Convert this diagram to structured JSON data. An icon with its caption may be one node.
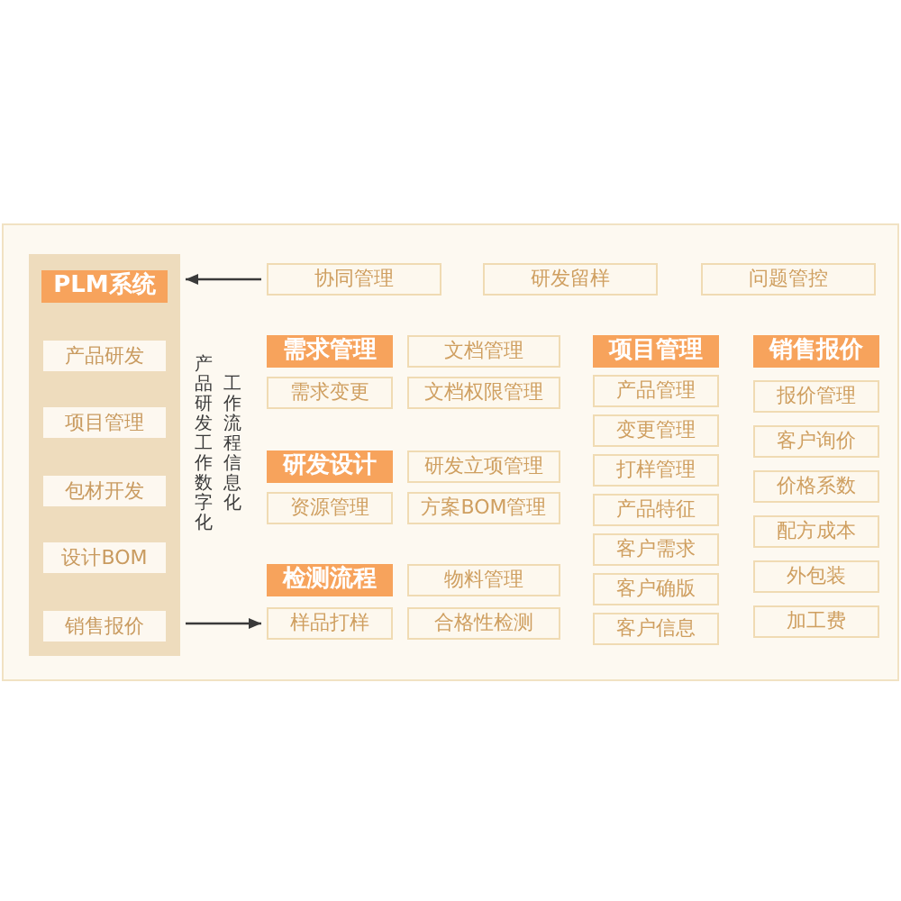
{
  "diagram": {
    "nodes": [
      {
        "text": [],
        "shape": "box"
      },
      {
        "text": [
          "PLM系统"
        ],
        "in": 0
      },
      {
        "text": [
          "产品研发"
        ],
        "in": 0
      },
      {
        "text": [
          "项目管理"
        ],
        "in": 0
      },
      {
        "text": [
          "包材开发"
        ],
        "in": 0
      },
      {
        "text": [
          "设计BOM"
        ],
        "in": 0
      },
      {
        "text": [
          "销售报价"
        ],
        "in": 0
      },
      {
        "text": [
          "协同管理"
        ]
      },
      {
        "text": [
          "研发留样"
        ]
      },
      {
        "text": [
          "问题管控"
        ]
      },
      {
        "text": [
          "需求管理"
        ]
      },
      {
        "text": [
          "文档管理"
        ]
      },
      {
        "text": [
          "需求变更"
        ]
      },
      {
        "text": [
          "文档权限管理"
        ]
      },
      {
        "text": [
          "研发设计"
        ]
      },
      {
        "text": [
          "研发立项管理"
        ]
      },
      {
        "text": [
          "资源管理"
        ]
      },
      {
        "text": [
          "方案BOM管理"
        ]
      },
      {
        "text": [
          "检测流程"
        ]
      },
      {
        "text": [
          "物料管理"
        ]
      },
      {
        "text": [
          "样品打样"
        ]
      },
      {
        "text": [
          "合格性检测"
        ]
      },
      {
        "text": [
          "项目管理"
        ]
      },
      {
        "text": [
          "产品管理"
        ]
      },
      {
        "text": [
          "变更管理"
        ]
      },
      {
        "text": [
          "打样管理"
        ]
      },
      {
        "text": [
          "产品特征"
        ]
      },
      {
        "text": [
          "客户需求"
        ]
      },
      {
        "text": [
          "客户确版"
        ]
      },
      {
        "text": [
          "客户信息"
        ]
      },
      {
        "text": [
          "销售报价"
        ]
      },
      {
        "text": [
          "报价管理"
        ]
      },
      {
        "text": [
          "客户询价"
        ]
      },
      {
        "text": [
          "价格系数"
        ]
      },
      {
        "text": [
          "配方成本"
        ]
      },
      {
        "text": [
          "外包装"
        ]
      },
      {
        "text": [
          "加工费"
        ]
      }
    ],
    "edges": [
      {
        "from": 7,
        "to": 0,
        "arrow": "to"
      },
      {
        "from": 0,
        "to": 20,
        "arrow": "to"
      }
    ],
    "labels": [
      "产品研发工作数字化",
      "工作流程信息化"
    ]
  }
}
